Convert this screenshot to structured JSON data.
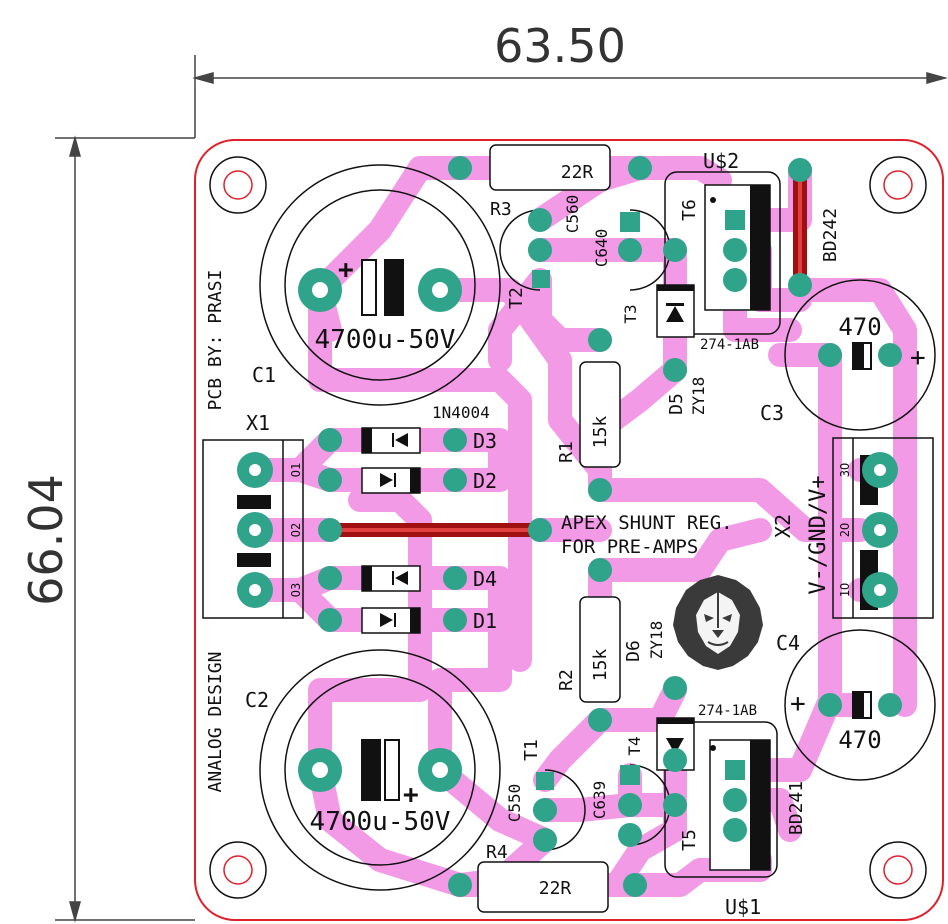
{
  "dimensions": {
    "width": "63.50",
    "height": "66.04"
  },
  "capacitors": {
    "c1": {
      "ref": "C1",
      "value": "4700u-50V"
    },
    "c2": {
      "ref": "C2",
      "value": "4700u-50V"
    },
    "c3": {
      "ref": "C3",
      "value": "470"
    },
    "c4": {
      "ref": "C4",
      "value": "470"
    }
  },
  "resistors": {
    "r1": {
      "ref": "R1",
      "value": "15k"
    },
    "r2": {
      "ref": "R2",
      "value": "15k"
    },
    "r3": {
      "ref": "R3",
      "value": "22R"
    },
    "r4": {
      "ref": "R4",
      "value": "22R"
    }
  },
  "transistors": {
    "t1": "T1",
    "t2": "T2",
    "t3": "T3",
    "t4": "T4",
    "t5": "T5",
    "t6": "T6",
    "c550": "C550",
    "c560": "C560",
    "c640": "C640",
    "c639": "C639"
  },
  "regulators": {
    "us1": "U$1",
    "us2": "U$2",
    "bd241": "BD241",
    "bd242": "BD242",
    "heatsink_top": "274-1AB",
    "heatsink_bottom": "274-1AB"
  },
  "diodes": {
    "d1": "D1",
    "d2": "D2",
    "d3": "D3",
    "d4": "D4",
    "part": "1N4004",
    "d5": "D5",
    "d6": "D6",
    "zy18_top": "ZY18",
    "zy18_bottom": "ZY18"
  },
  "connectors": {
    "x1": "X1",
    "x2": "X2",
    "x2_label": "V-/GND/V+",
    "x1_pins": [
      "O1",
      "O2",
      "O3"
    ],
    "x2_pins": [
      "3O",
      "2O",
      "1O"
    ]
  },
  "texts": {
    "credit": "PCB BY: PRASI",
    "brand": "ANALOG DESIGN",
    "title_line1": "APEX SHUNT REG.",
    "title_line2": "FOR PRE-AMPS"
  },
  "colors": {
    "trace": "#f39ae6",
    "pad": "#2fa48a",
    "board_outline": "#e0202a",
    "jumper": "#a01010",
    "silk": "#111111"
  }
}
